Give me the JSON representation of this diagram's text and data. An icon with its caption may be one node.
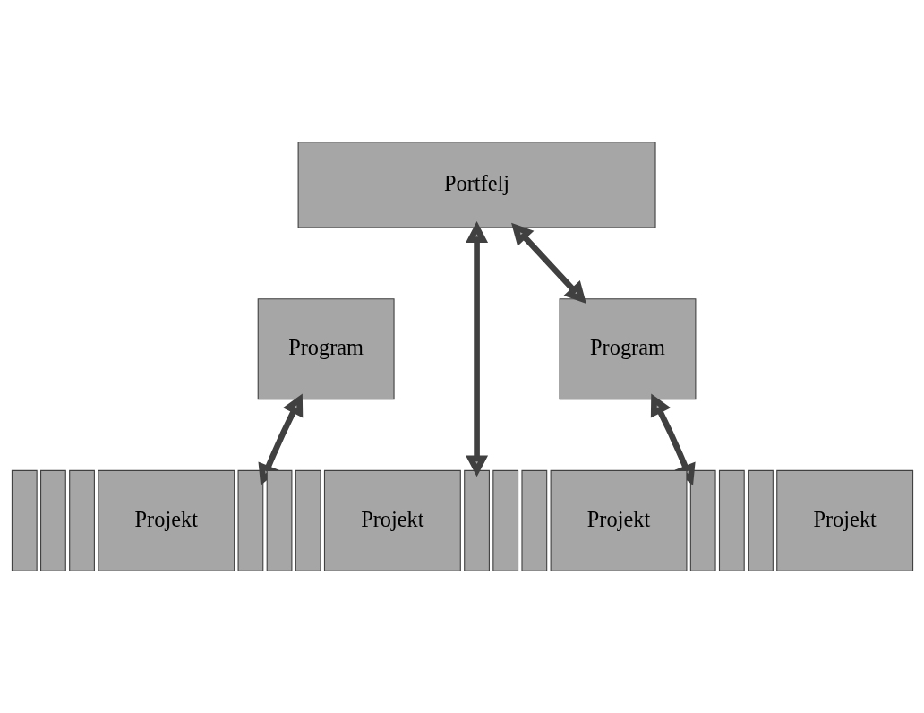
{
  "diagram": {
    "nodes": [
      {
        "text": [
          "Portfelj"
        ]
      },
      {
        "text": [
          "Program"
        ]
      },
      {
        "text": [
          "Program"
        ]
      },
      {
        "text": [],
        "shape": "box"
      },
      {
        "text": [],
        "shape": "box"
      },
      {
        "text": [],
        "shape": "box"
      },
      {
        "text": [
          "Projekt"
        ]
      },
      {
        "text": [],
        "shape": "box"
      },
      {
        "text": [],
        "shape": "box"
      },
      {
        "text": [],
        "shape": "box"
      },
      {
        "text": [
          "Projekt"
        ]
      },
      {
        "text": [],
        "shape": "box"
      },
      {
        "text": [],
        "shape": "box"
      },
      {
        "text": [],
        "shape": "box"
      },
      {
        "text": [
          "Projekt"
        ]
      },
      {
        "text": [],
        "shape": "box"
      },
      {
        "text": [],
        "shape": "box"
      },
      {
        "text": [],
        "shape": "box"
      },
      {
        "text": [
          "Projekt"
        ]
      }
    ],
    "edges": [
      {
        "from": 1,
        "to": 7,
        "arrow": "both"
      },
      {
        "from": 0,
        "to": 11,
        "arrow": "both"
      },
      {
        "from": 0,
        "to": 2,
        "arrow": "both"
      },
      {
        "from": 2,
        "to": 15,
        "arrow": "both"
      }
    ]
  }
}
